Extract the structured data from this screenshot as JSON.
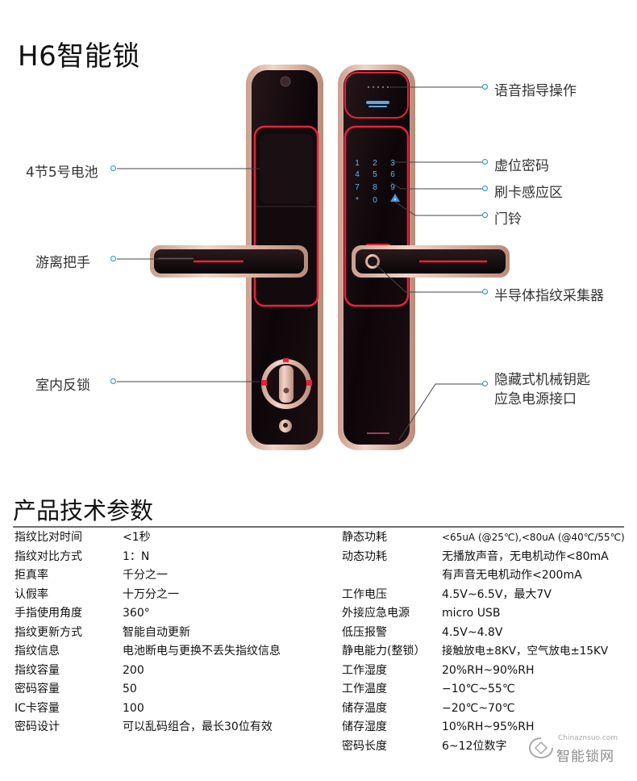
{
  "title": "H6智能锁",
  "callouts_left": [
    "4节5号电池",
    "游离把手",
    "室内反锁"
  ],
  "callouts_right": [
    "语音指导操作",
    "虚位密码",
    "刷卡感应区",
    "门铃",
    "半导体指纹采集器",
    "隐藏式机械钥匙",
    "应急电源接口"
  ],
  "keypad": [
    "1",
    "2",
    "3",
    "4",
    "5",
    "6",
    "7",
    "8",
    "9",
    "*",
    "0"
  ],
  "specs_title": "产品技术参数",
  "specs_left": [
    {
      "k": "指纹比对时间",
      "v": "<1秒"
    },
    {
      "k": "指纹对比方式",
      "v": "1：N"
    },
    {
      "k": "拒真率",
      "v": "千分之一"
    },
    {
      "k": "认假率",
      "v": "十万分之一"
    },
    {
      "k": "手指使用角度",
      "v": "360°"
    },
    {
      "k": "指纹更新方式",
      "v": "智能自动更新"
    },
    {
      "k": "指纹信息",
      "v": "电池断电与更换不丢失指纹信息"
    },
    {
      "k": "指纹容量",
      "v": "200"
    },
    {
      "k": "密码容量",
      "v": "50"
    },
    {
      "k": "IC卡容量",
      "v": "100"
    },
    {
      "k": "密码设计",
      "v": "可以乱码组合，最长30位有效"
    }
  ],
  "specs_right": [
    {
      "k": "静态功耗",
      "v": "<65uA (@25℃),<80uA (@40℃/55℃)"
    },
    {
      "k": "动态功耗",
      "v": "无播放声音，无电机动作<80mA"
    },
    {
      "k": "",
      "v": "有声音无电机动作<200mA"
    },
    {
      "k": "工作电压",
      "v": "4.5V~6.5V，最大7V"
    },
    {
      "k": "外接应急电源",
      "v": "micro USB"
    },
    {
      "k": "低压报警",
      "v": "4.5V~4.8V"
    },
    {
      "k": "静电能力(整锁）",
      "v": "接触放电±8KV，空气放电±15KV"
    },
    {
      "k": "工作湿度",
      "v": "20%RH~90%RH"
    },
    {
      "k": "工作温度",
      "v": "−10℃~55℃"
    },
    {
      "k": "储存温度",
      "v": "−20℃~70℃"
    },
    {
      "k": "储存湿度",
      "v": "10%RH~95%RH"
    },
    {
      "k": "密码长度",
      "v": "6~12位数字"
    }
  ],
  "watermark": {
    "small": "Chinaznsuo.com",
    "main": "智能锁网"
  },
  "colors": {
    "accent_blue": "#1c8fd4",
    "lock_red": "#e8223a",
    "rose_gold": "#d9b2a2"
  }
}
